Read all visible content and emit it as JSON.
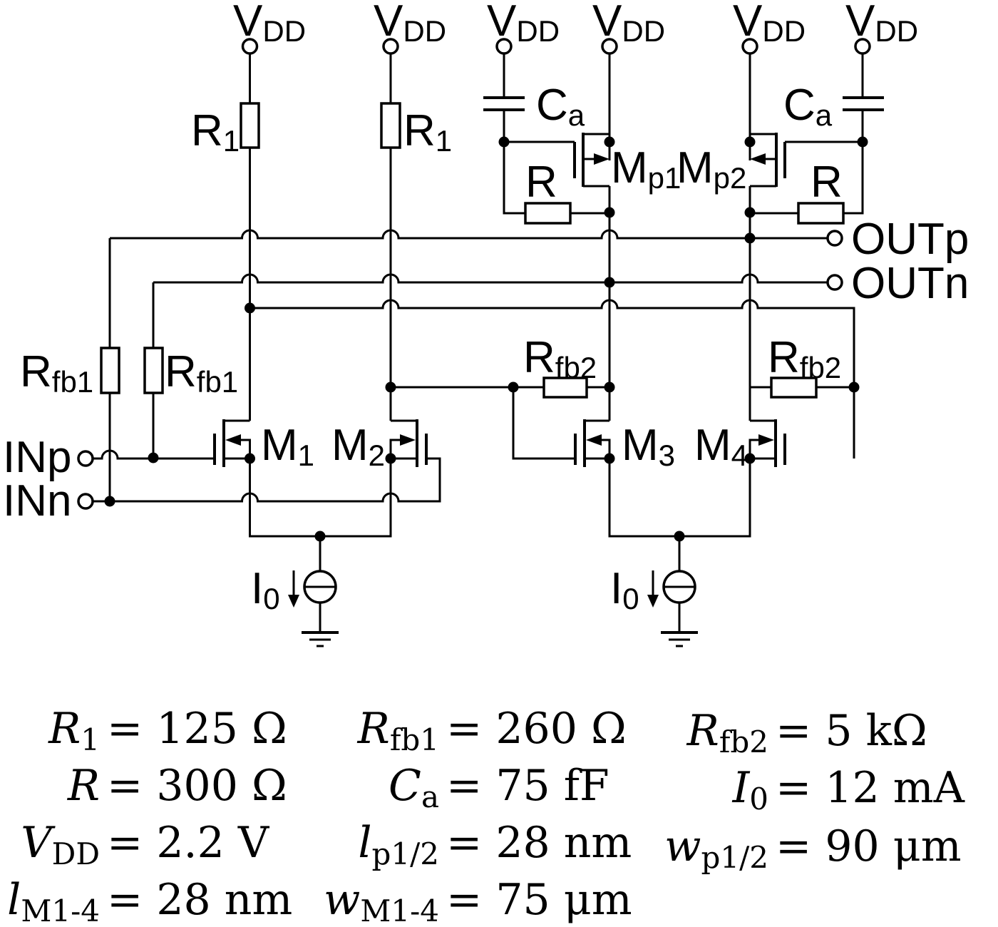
{
  "labels": {
    "vdd": {
      "base": "V",
      "sub": "DD"
    },
    "r1": {
      "base": "R",
      "sub": "1"
    },
    "r": {
      "base": "R",
      "sub": ""
    },
    "rfb1": {
      "base": "R",
      "sub": "fb1"
    },
    "rfb2": {
      "base": "R",
      "sub": "fb2"
    },
    "ca": {
      "base": "C",
      "sub": "a"
    },
    "m1": {
      "base": "M",
      "sub": "1"
    },
    "m2": {
      "base": "M",
      "sub": "2"
    },
    "m3": {
      "base": "M",
      "sub": "3"
    },
    "m4": {
      "base": "M",
      "sub": "4"
    },
    "mp1": {
      "base": "M",
      "sub": "p1"
    },
    "mp2": {
      "base": "M",
      "sub": "p2"
    },
    "i0": {
      "base": "I",
      "sub": "0"
    },
    "inp": "INp",
    "inn": "INn",
    "outp": "OUTp",
    "outn": "OUTn"
  },
  "parameters": {
    "col1": [
      {
        "v": "R",
        "s": "1",
        "rhs": "= 125 Ω"
      },
      {
        "v": "R",
        "s": "",
        "rhs": "= 300 Ω"
      },
      {
        "v": "V",
        "s": "DD",
        "rhs": "= 2.2 V"
      },
      {
        "v": "l",
        "s": "M1-4",
        "rhs": "= 28 nm"
      }
    ],
    "col2": [
      {
        "v": "R",
        "s": "fb1",
        "rhs": "= 260 Ω"
      },
      {
        "v": "C",
        "s": "a",
        "rhs": "= 75 fF"
      },
      {
        "v": "l",
        "s": "p1/2",
        "rhs": "= 28 nm"
      },
      {
        "v": "w",
        "s": "M1-4",
        "rhs": "= 75 μm"
      }
    ],
    "col3": [
      {
        "v": "R",
        "s": "fb2",
        "rhs": "= 5 kΩ"
      },
      {
        "v": "I",
        "s": "0",
        "rhs": "= 12 mA"
      },
      {
        "v": "w",
        "s": "p1/2",
        "rhs": "= 90 μm"
      }
    ]
  }
}
